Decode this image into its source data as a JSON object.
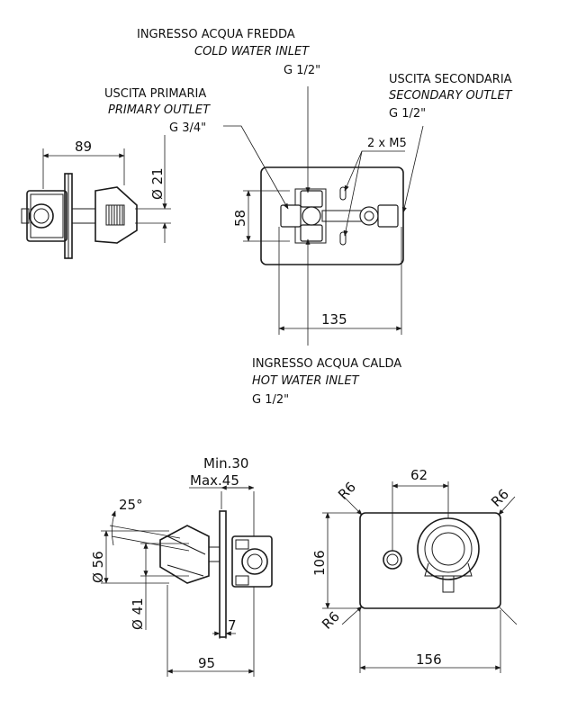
{
  "callouts": {
    "cold_inlet": {
      "it": "INGRESSO ACQUA FREDDA",
      "en": "COLD WATER INLET",
      "thread": "G 1/2\""
    },
    "primary_outlet": {
      "it": "USCITA PRIMARIA",
      "en": "PRIMARY OUTLET",
      "thread": "G 3/4\""
    },
    "secondary_outlet": {
      "it": "USCITA SECONDARIA",
      "en": "SECONDARY OUTLET",
      "thread": "G 1/2\""
    },
    "hot_inlet": {
      "it": "INGRESSO ACQUA CALDA",
      "en": "HOT WATER INLET",
      "thread": "G 1/2\""
    },
    "screws": "2 x M5"
  },
  "dimensions": {
    "side_depth": "89",
    "side_diameter": "Ø 21",
    "body_height": "58",
    "body_width": "135",
    "min_depth": "Min.30",
    "max_depth": "Max.45",
    "handle_angle": "25°",
    "handle_outer_diameter": "Ø 56",
    "handle_inner_diameter": "Ø 41",
    "plate_thickness": "7",
    "total_depth": "95",
    "handle_spacing": "62",
    "plate_height": "106",
    "plate_width": "156",
    "radius_tl": "R6",
    "radius_tr": "R6",
    "radius_bl": "R6"
  }
}
